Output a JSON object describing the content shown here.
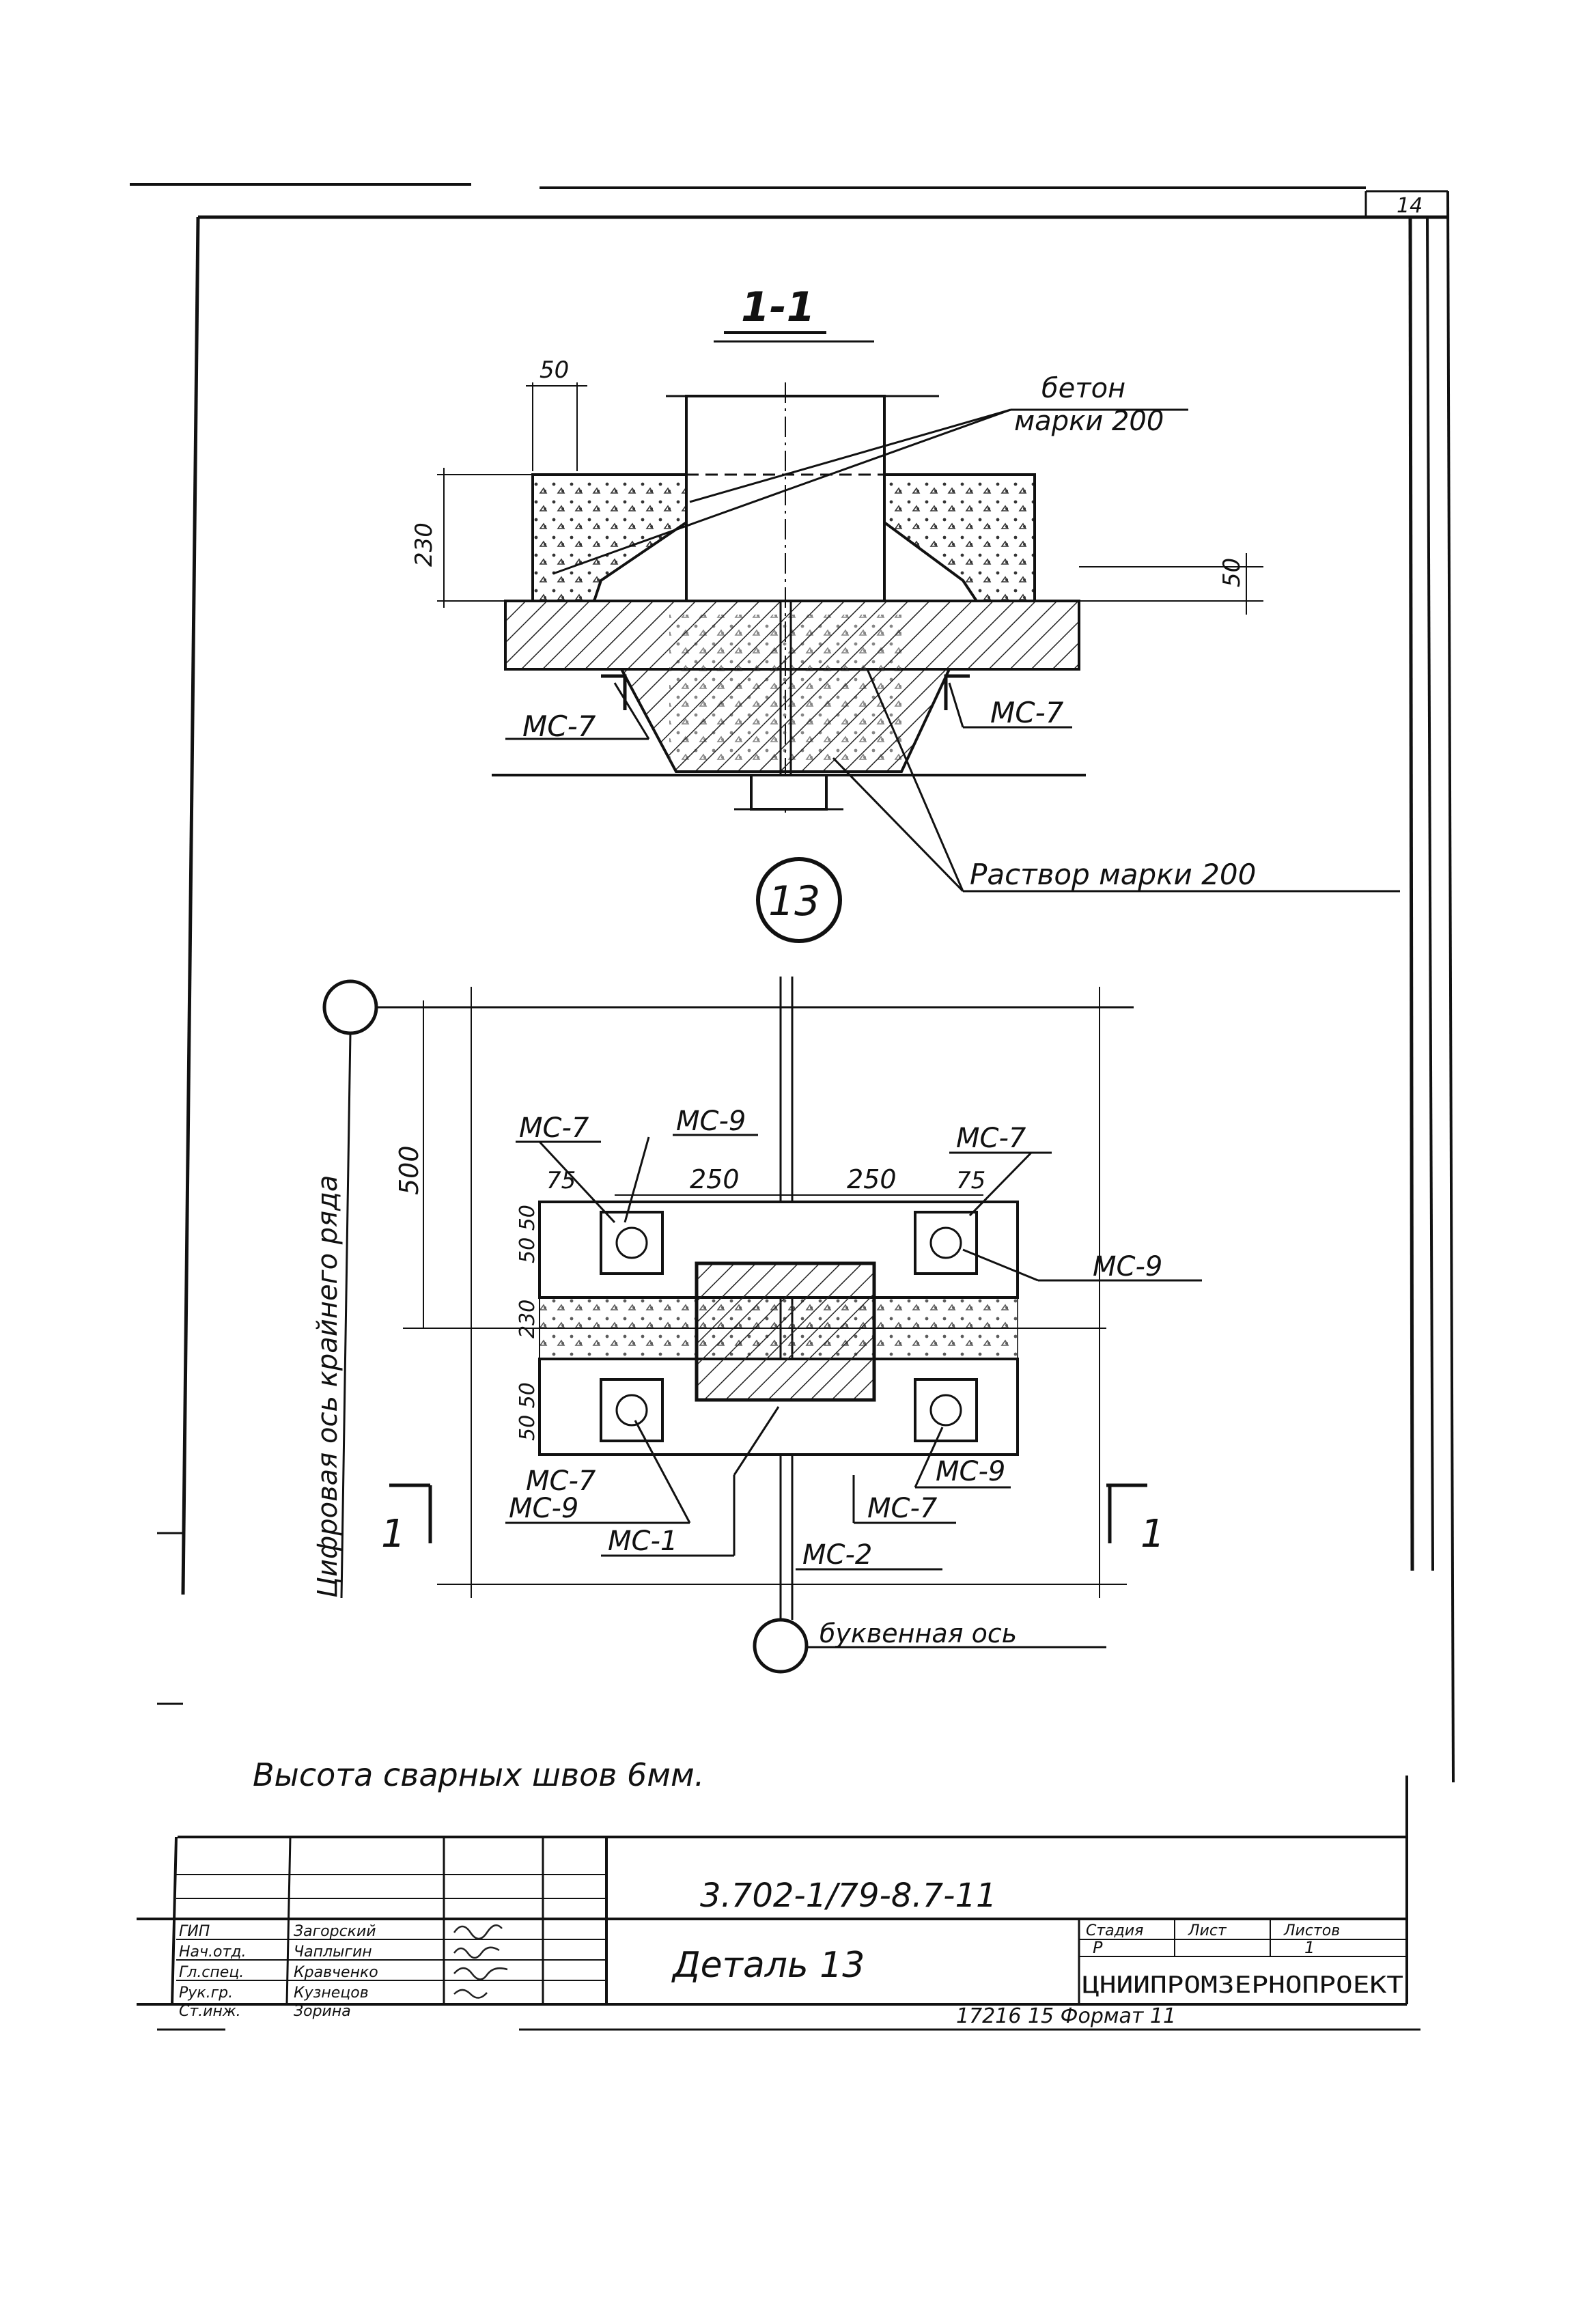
{
  "sheet": {
    "sheet_number": "14",
    "section_title": "1-1",
    "detail_marker": "13",
    "axis_letter_label": "буквенная ось",
    "axis_digit_label": "Цифровая ось крайнего ряда",
    "note": "Высота сварных швов 6мм.",
    "cut_mark": "1"
  },
  "section": {
    "concrete_label_1": "бетон",
    "concrete_label_2": "марки 200",
    "mortar_label": "Раствор марки 200",
    "part_left": "МС-7",
    "part_right": "МС-7",
    "dim_top": "50",
    "dim_height": "230",
    "dim_right": "50"
  },
  "plan": {
    "dim_500": "500",
    "dim_75_left": "75",
    "dim_250_left": "250",
    "dim_250_right": "250",
    "dim_75_right": "75",
    "dim_vert_top": "50 50",
    "dim_vert_mid": "230",
    "dim_vert_bot": "50 50",
    "labels": {
      "mc7_top_left": "МС-7",
      "mc9_top": "МС-9",
      "mc7_top_right": "МС-7",
      "mc9_right": "МС-9",
      "mc7_bottom_left": "МС-7",
      "mc9_bottom_left": "МС-9",
      "mc9_bottom_right": "МС-9",
      "mc7_bottom_right": "МС-7",
      "mc1": "МС-1",
      "mc2": "МС-2"
    }
  },
  "title_block": {
    "code": "3.702-1/79-8.7-11",
    "detail_title": "Деталь 13",
    "stage_header": "Стадия",
    "sheet_header": "Лист",
    "sheets_header": "Листов",
    "stage_value": "Р",
    "sheet_value": "1",
    "organization": "ЦНИИПРОМЗЕРНОПРОЕКТ",
    "roles": [
      "ГИП",
      "Нач.отд.",
      "Гл.спец.",
      "Рук.гр.",
      "Ст.инж."
    ],
    "names": [
      "Загорский",
      "Чаплыгин",
      "Кравченко",
      "Кузнецов",
      "Зорина"
    ],
    "bottom_line": "17216   15   Формат 11"
  }
}
